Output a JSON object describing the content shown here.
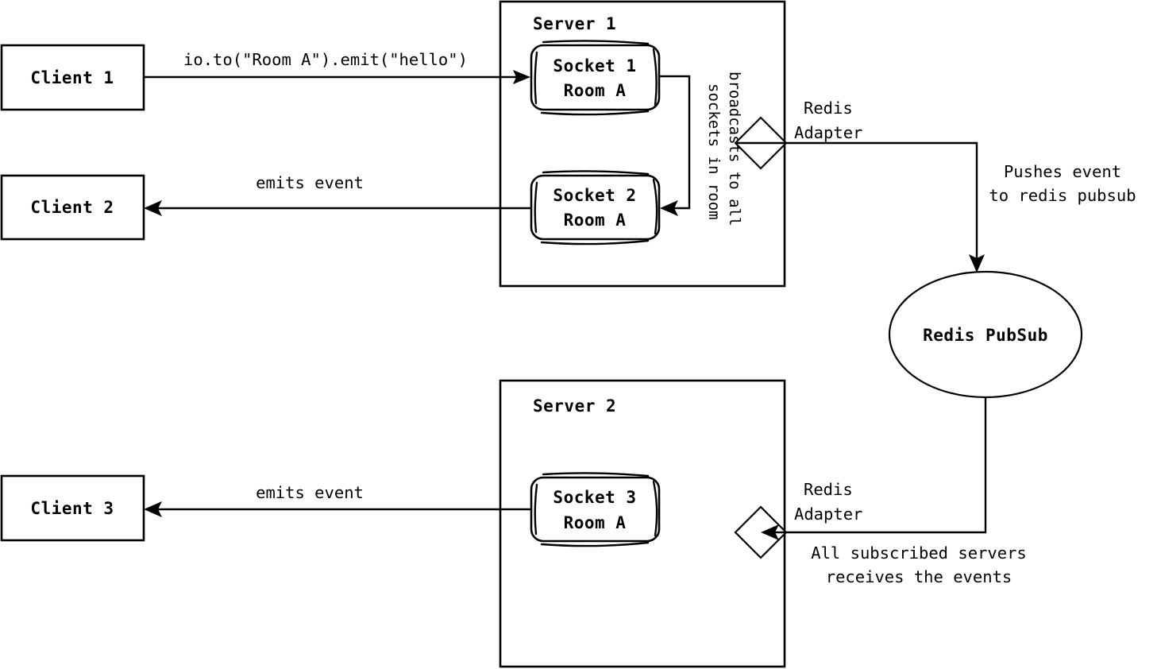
{
  "diagram": {
    "title": "Socket.IO Redis Adapter room broadcast flow",
    "colors": {
      "stroke": "#000000",
      "fill": "#ffffff",
      "background": "#ffffff"
    },
    "clients": [
      {
        "id": "client-1",
        "label": "Client 1"
      },
      {
        "id": "client-2",
        "label": "Client 2"
      },
      {
        "id": "client-3",
        "label": "Client 3"
      }
    ],
    "servers": [
      {
        "id": "server-1",
        "label": "Server 1"
      },
      {
        "id": "server-2",
        "label": "Server 2"
      }
    ],
    "sockets": [
      {
        "id": "socket-1",
        "name": "Socket 1",
        "room": "Room A"
      },
      {
        "id": "socket-2",
        "name": "Socket 2",
        "room": "Room A"
      },
      {
        "id": "socket-3",
        "name": "Socket 3",
        "room": "Room A"
      }
    ],
    "pubsub": {
      "id": "redis-pubsub",
      "label": "Redis PubSub"
    },
    "adapters": [
      {
        "id": "redis-adapter-1",
        "line1": "Redis",
        "line2": "Adapter"
      },
      {
        "id": "redis-adapter-2",
        "line1": "Redis",
        "line2": "Adapter"
      }
    ],
    "edge_labels": {
      "emit_call": "io.to(\"Room A\").emit(\"hello\")",
      "emits_event_top": "emits event",
      "emits_event_bottom": "emits event",
      "broadcast_line1": "broadcasts to all",
      "broadcast_line2": "sockets in room",
      "pushes_line1": "Pushes event",
      "pushes_line2": "to redis pubsub",
      "subscribed_line1": "All subscribed servers",
      "subscribed_line2": "receives the events"
    }
  }
}
